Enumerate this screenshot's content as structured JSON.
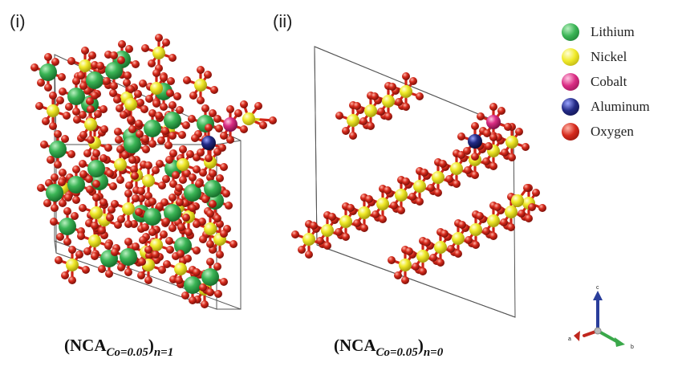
{
  "panels": [
    {
      "label": "(i)",
      "caption": {
        "base": "(NCA",
        "subscript": "Co=0.05",
        "close": ")",
        "suffix": "n=1"
      }
    },
    {
      "label": "(ii)",
      "caption": {
        "base": "(NCA",
        "subscript": "Co=0.05",
        "close": ")",
        "suffix": "n=0"
      }
    }
  ],
  "legend": [
    {
      "label": "Lithium",
      "color": "#2fa84a"
    },
    {
      "label": "Nickel",
      "color": "#e8e21c"
    },
    {
      "label": "Cobalt",
      "color": "#d2237a"
    },
    {
      "label": "Aluminum",
      "color": "#1c1f6e"
    },
    {
      "label": "Oxygen",
      "color": "#cf2418"
    }
  ],
  "axes": {
    "labels": [
      "c",
      "a",
      "b"
    ],
    "colors": {
      "c": "#2a3e9b",
      "a": "#c0271e",
      "b": "#3aa84a"
    }
  }
}
